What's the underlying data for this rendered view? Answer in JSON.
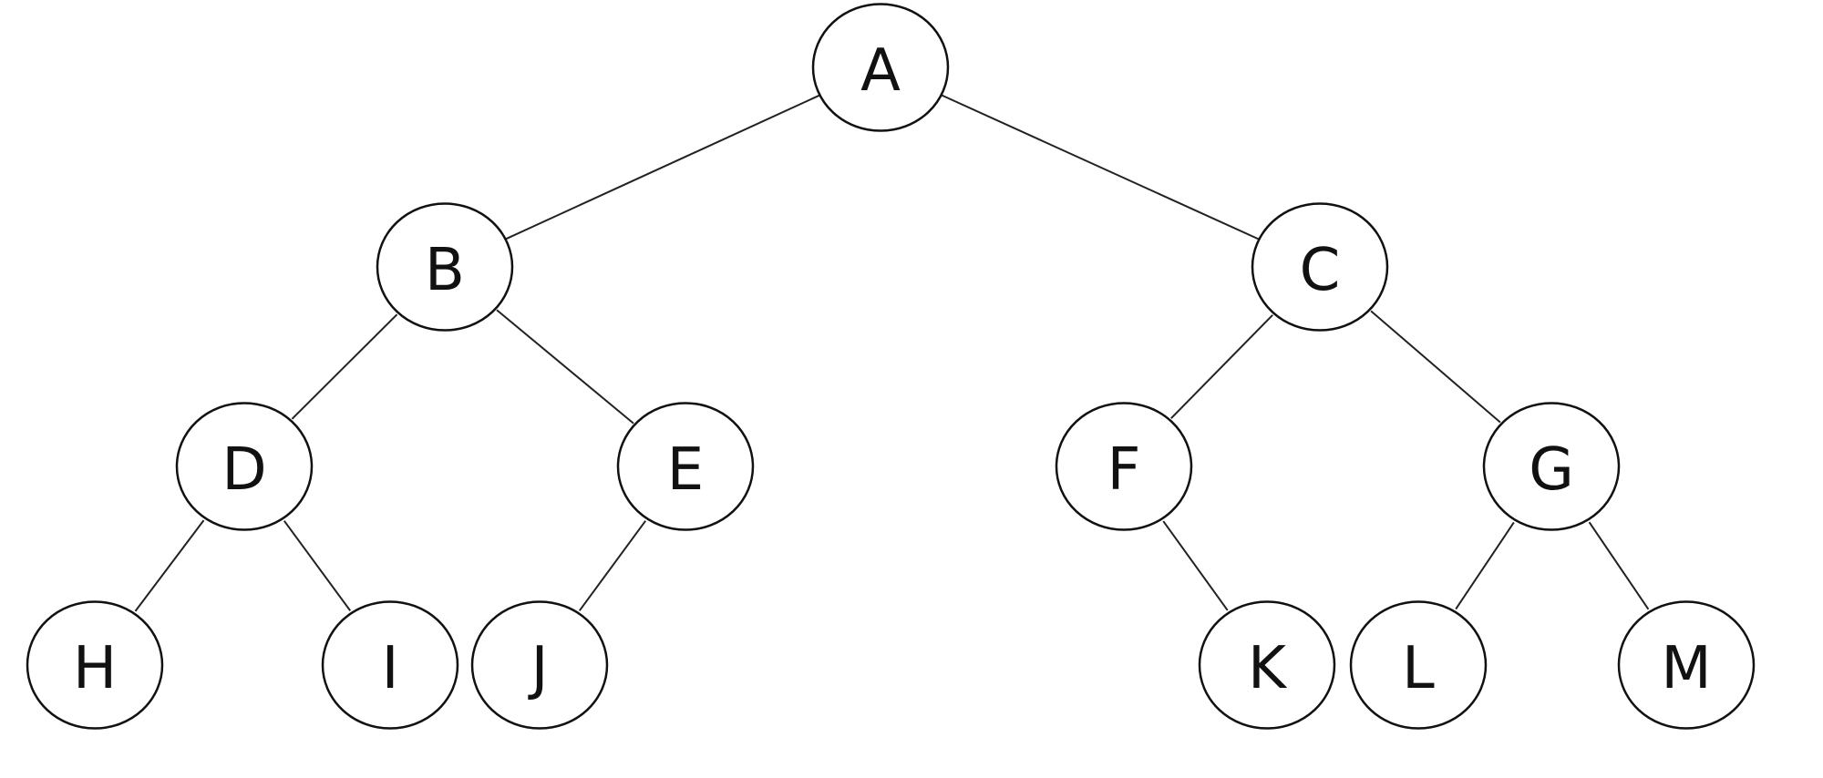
{
  "tree": {
    "nodes": [
      {
        "id": "A",
        "label": "A",
        "depth": 0
      },
      {
        "id": "B",
        "label": "B",
        "depth": 1,
        "parent": "A"
      },
      {
        "id": "C",
        "label": "C",
        "depth": 1,
        "parent": "A"
      },
      {
        "id": "D",
        "label": "D",
        "depth": 2,
        "parent": "B"
      },
      {
        "id": "E",
        "label": "E",
        "depth": 2,
        "parent": "B"
      },
      {
        "id": "F",
        "label": "F",
        "depth": 2,
        "parent": "C"
      },
      {
        "id": "G",
        "label": "G",
        "depth": 2,
        "parent": "C"
      },
      {
        "id": "H",
        "label": "H",
        "depth": 3,
        "parent": "D"
      },
      {
        "id": "I",
        "label": "I",
        "depth": 3,
        "parent": "D"
      },
      {
        "id": "J",
        "label": "J",
        "depth": 3,
        "parent": "E"
      },
      {
        "id": "K",
        "label": "K",
        "depth": 3,
        "parent": "F"
      },
      {
        "id": "L",
        "label": "L",
        "depth": 3,
        "parent": "G"
      },
      {
        "id": "M",
        "label": "M",
        "depth": 3,
        "parent": "G"
      }
    ],
    "edges": [
      {
        "from": "A",
        "to": "B"
      },
      {
        "from": "A",
        "to": "C"
      },
      {
        "from": "B",
        "to": "D"
      },
      {
        "from": "B",
        "to": "E"
      },
      {
        "from": "C",
        "to": "F"
      },
      {
        "from": "C",
        "to": "G"
      },
      {
        "from": "D",
        "to": "H"
      },
      {
        "from": "D",
        "to": "I"
      },
      {
        "from": "E",
        "to": "J"
      },
      {
        "from": "F",
        "to": "K"
      },
      {
        "from": "G",
        "to": "L"
      },
      {
        "from": "G",
        "to": "M"
      }
    ]
  }
}
